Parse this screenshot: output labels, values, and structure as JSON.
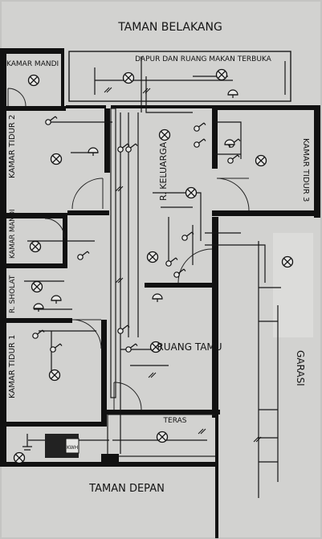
{
  "labels": {
    "taman_belakang": "TAMAN BELAKANG",
    "dapur": "DAPUR DAN RUANG MAKAN TERBUKA",
    "kamar_mandi_1": "KAMAR MANDI",
    "kamar_tidur_2": "KAMAR TIDUR 2",
    "kamar_tidur_3": "KAMAR TIDUR 3",
    "r_keluarga": "R. KELUARGA",
    "kamar_mandi_2": "KAMAR MANDI",
    "r_sholat": "R. SHOLAT",
    "kamar_tidur_1": "KAMAR TIDUR 1",
    "ruang_tamu": "RUANG TAMU",
    "garasi": "GARASI",
    "teras": "TERAS",
    "taman_depan": "TAMAN DEPAN",
    "kwh": "KWH"
  },
  "colors": {
    "paper": "#cfcfcd",
    "wall": "#111111",
    "ink": "#161616"
  },
  "icons": [
    "lamp-icon",
    "switch-icon",
    "socket-icon",
    "ceiling-fan-icon",
    "kwh-meter-icon",
    "ground-icon"
  ]
}
